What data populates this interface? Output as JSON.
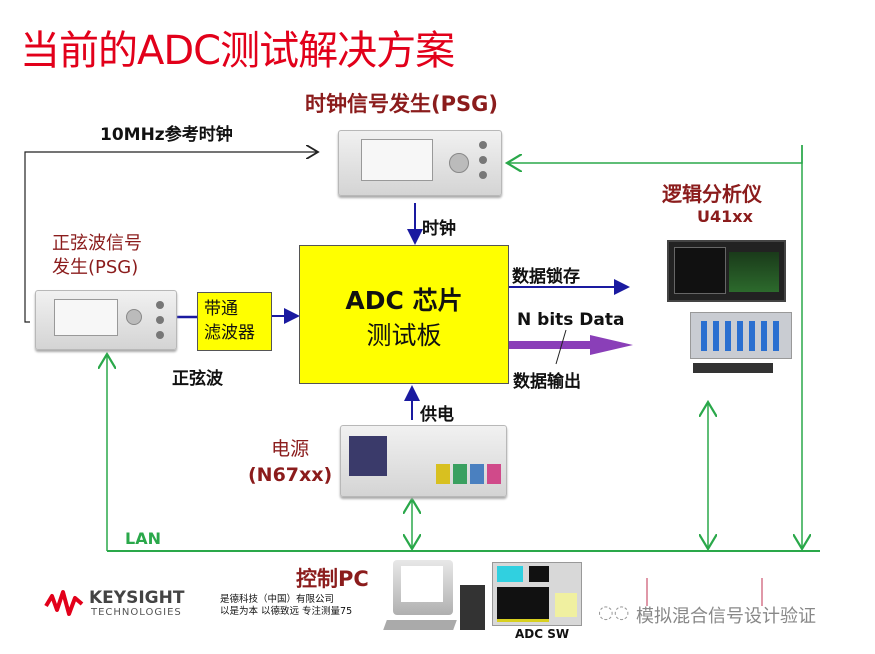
{
  "title": "当前的ADC测试解决方案",
  "clock_psg": {
    "label": "时钟信号发生(PSG)"
  },
  "ref_clock": {
    "label": "10MHz参考时钟"
  },
  "logic_analyzer": {
    "label": "逻辑分析仪",
    "model": "U41xx"
  },
  "sine_psg": {
    "label_line1": "正弦波信号",
    "label_line2": "发生(PSG)"
  },
  "bandpass_filter": {
    "line1": "带通",
    "line2": "滤波器"
  },
  "sine_wave": {
    "label": "正弦波"
  },
  "adc_board": {
    "line1": "ADC 芯片",
    "line2": "测试板"
  },
  "clock_arrow": {
    "label": "时钟"
  },
  "data_latch": {
    "label": "数据锁存"
  },
  "n_bits": {
    "label": "N bits Data"
  },
  "data_output": {
    "label": "数据输出"
  },
  "power_arrow": {
    "label": "供电"
  },
  "power_supply": {
    "label_line1": "电源",
    "label_line2": "(N67xx)"
  },
  "lan": {
    "label": "LAN"
  },
  "control_pc": {
    "label": "控制PC",
    "software": "ADC SW"
  },
  "footer": {
    "brand": "KEYSIGHT",
    "brand_sub": "TECHNOLOGIES",
    "company_line1": "是德科技（中国）有限公司",
    "company_line2": "以是为本 以德致远 专注测量75",
    "watermark": "模拟混合信号设计验证"
  },
  "colors": {
    "title": "#e2001a",
    "label": "#8b1c1c",
    "lan": "#2aa84a",
    "arrow_blue": "#1a1aa0",
    "arrow_purple": "#8a3fb8",
    "board": "#ffff00"
  }
}
